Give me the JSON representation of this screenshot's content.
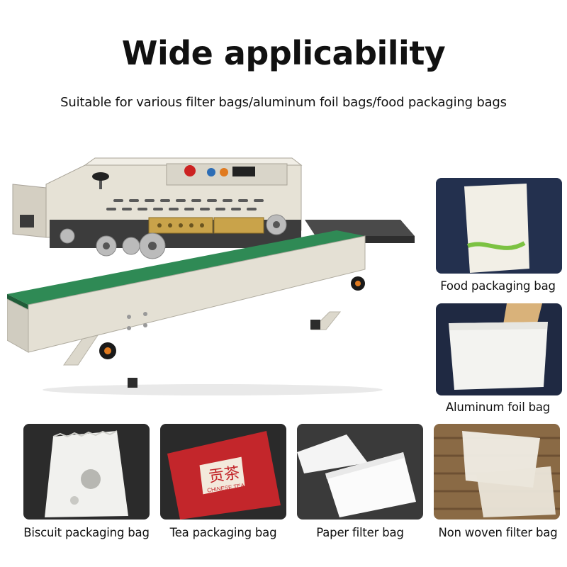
{
  "header": {
    "title": "Wide applicability",
    "subtitle": "Suitable for various filter bags/aluminum foil bags/food packaging bags"
  },
  "products": {
    "food": {
      "caption": "Food packaging bag"
    },
    "aluminum": {
      "caption": "Aluminum foil bag"
    },
    "biscuit": {
      "caption": "Biscuit packaging bag"
    },
    "tea": {
      "caption": "Tea packaging bag",
      "label_cn": "贡茶",
      "label_en": "CHINESE TEA"
    },
    "paper": {
      "caption": "Paper filter bag"
    },
    "nonwoven": {
      "caption": "Non woven filter bag"
    }
  },
  "colors": {
    "belt": "#2f8a55",
    "machine_body": "#e4e0d4",
    "navy_bg": "#1e2a45",
    "tea_red": "#c3262b"
  }
}
